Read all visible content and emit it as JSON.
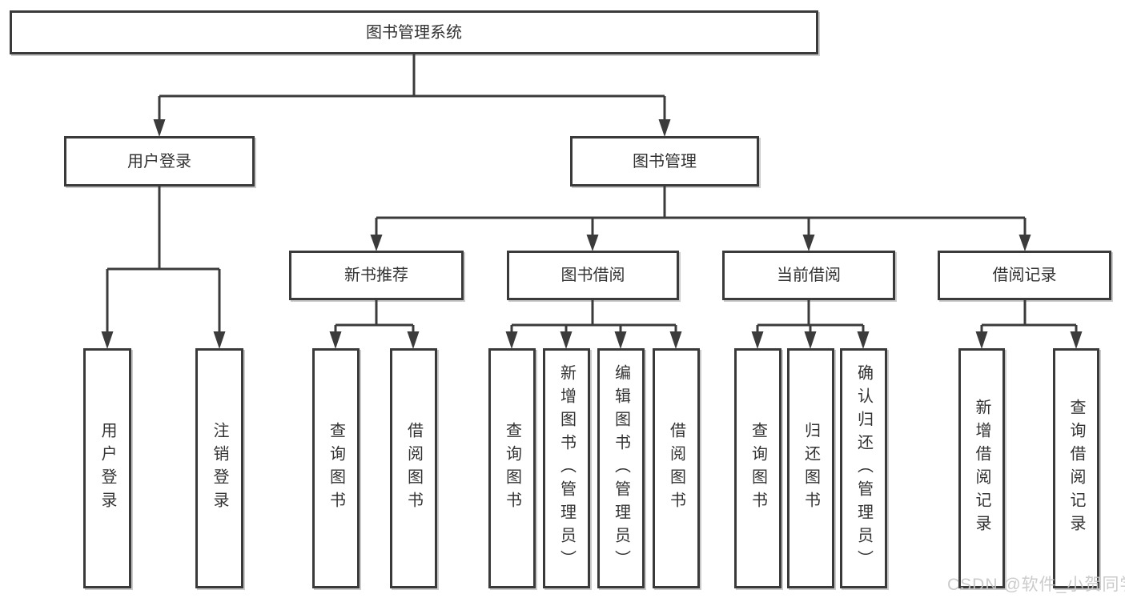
{
  "diagram": {
    "watermark": "CSDN @软件_小贺同学",
    "colors": {
      "line": "#3b3b3b",
      "box_border": "#3a3a3a",
      "text": "#333333",
      "background": "#ffffff",
      "watermark": "#c7c7c7"
    },
    "tree": {
      "label": "图书管理系统",
      "children": [
        {
          "label": "用户登录",
          "children": [
            {
              "label": "用户登录"
            },
            {
              "label": "注销登录"
            }
          ]
        },
        {
          "label": "图书管理",
          "children": [
            {
              "label": "新书推荐",
              "children": [
                {
                  "label": "查询图书"
                },
                {
                  "label": "借阅图书"
                }
              ]
            },
            {
              "label": "图书借阅",
              "children": [
                {
                  "label": "查询图书"
                },
                {
                  "label": "新增图书（管理员）"
                },
                {
                  "label": "编辑图书（管理员）"
                },
                {
                  "label": "借阅图书"
                }
              ]
            },
            {
              "label": "当前借阅",
              "children": [
                {
                  "label": "查询图书"
                },
                {
                  "label": "归还图书"
                },
                {
                  "label": "确认归还（管理员）"
                }
              ]
            },
            {
              "label": "借阅记录",
              "children": [
                {
                  "label": "新增借阅记录"
                },
                {
                  "label": "查询借阅记录"
                }
              ]
            }
          ]
        }
      ]
    }
  }
}
